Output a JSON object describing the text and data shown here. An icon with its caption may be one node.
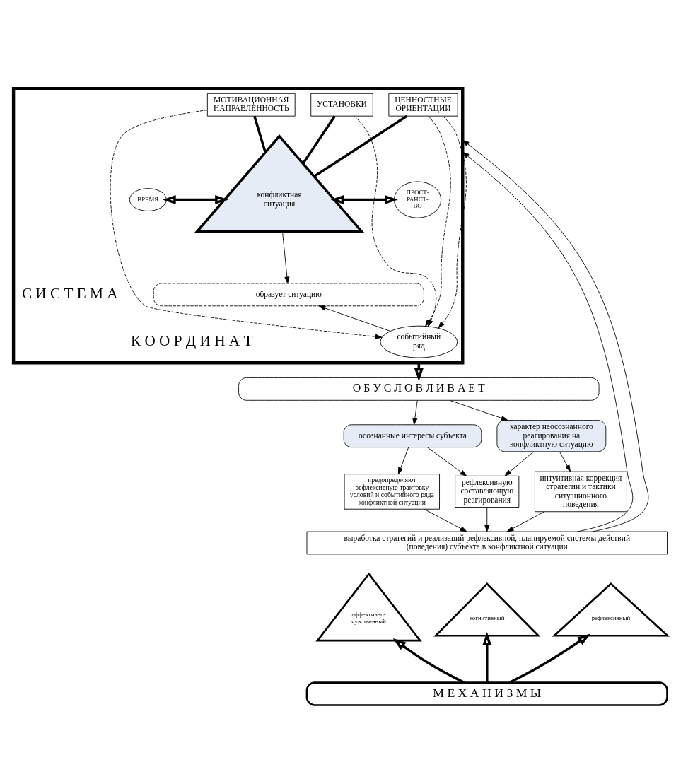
{
  "diagram": {
    "nodes": [
      {
        "text": [],
        "shape": "box"
      },
      {
        "text": [
          "УСТАНОВКИ"
        ],
        "in": 0
      },
      {
        "text": [
          "ЦЕННОСТНЫЕ ОРИЕНТАЦИИ"
        ],
        "in": 0
      },
      {
        "text": [
          "МОТИВАЦИОННАЯ НАПРАВЛЕННОСТЬ"
        ],
        "in": 0
      },
      {
        "text": [
          "ВРЕМЯ"
        ],
        "in": 0
      },
      {
        "text": [
          "конфликтная ситуация"
        ],
        "in": 0
      },
      {
        "text": [
          "ПРОСТ- РАНСТ- ВО"
        ],
        "in": 0
      },
      {
        "text": [
          "образует ситуацию"
        ],
        "in": 0
      },
      {
        "text": [
          "событийный ряд"
        ],
        "in": 0
      },
      {
        "text": [
          "О Б У С Л О В Л И В А Е Т"
        ]
      },
      {
        "text": [
          "характер неосознанного реагирования на конфликтную ситуацию"
        ]
      },
      {
        "text": [
          "осознанные интересы субъекта"
        ]
      },
      {
        "text": [
          "интуитивная коррекция стратегии и тактики ситуационного поведения"
        ]
      },
      {
        "text": [
          "рефлексивную составляющую реагирования"
        ]
      },
      {
        "text": [
          "предопределяют рефлексивную трактовку условий и событийного ряда конфликтной ситуации"
        ]
      },
      {
        "text": [
          "выработка стратегий и реализаций рефлексивной, планируемой системы действий (поведения) субъекта в конфликтной ситуации"
        ]
      },
      {
        "text": [
          "аффективно-чувственный"
        ]
      },
      {
        "text": [
          "когнитивный"
        ]
      },
      {
        "text": [
          "рефлексивный"
        ]
      },
      {
        "text": [
          "М Е Х А Н И З М Ы"
        ]
      }
    ],
    "edges": [
      {
        "from": 1,
        "to": 5,
        "arrow": "none",
        "style": "thick"
      },
      {
        "from": 2,
        "to": 5,
        "arrow": "none",
        "style": "thick"
      },
      {
        "from": 3,
        "to": 5,
        "arrow": "none",
        "style": "thick"
      },
      {
        "from": 4,
        "to": 5,
        "arrow": "both",
        "style": "thick"
      },
      {
        "from": 5,
        "to": 6,
        "arrow": "both",
        "style": "thick"
      },
      {
        "from": 5,
        "to": 7,
        "arrow": "to"
      },
      {
        "from": 8,
        "to": 7,
        "arrow": "to"
      },
      {
        "from": 1,
        "to": 8,
        "arrow": "to",
        "style": "dashed"
      },
      {
        "from": 2,
        "to": 8,
        "arrow": "to",
        "style": "dashed"
      },
      {
        "from": 2,
        "to": 8,
        "arrow": "to",
        "style": "dashed"
      },
      {
        "from": 3,
        "to": 8,
        "arrow": "to",
        "style": "dashed"
      },
      {
        "from": 0,
        "to": 9,
        "arrow": "to",
        "style": "thick"
      },
      {
        "from": 9,
        "to": 10,
        "arrow": "to"
      },
      {
        "from": 9,
        "to": 11,
        "arrow": "to"
      },
      {
        "from": 10,
        "to": 12,
        "arrow": "to"
      },
      {
        "from": 10,
        "to": 13,
        "arrow": "to"
      },
      {
        "from": 11,
        "to": 13,
        "arrow": "to"
      },
      {
        "from": 11,
        "to": 14,
        "arrow": "to"
      },
      {
        "from": 12,
        "to": 15,
        "arrow": "to"
      },
      {
        "from": 13,
        "to": 15,
        "arrow": "to"
      },
      {
        "from": 14,
        "to": 15,
        "arrow": "to"
      },
      {
        "from": 15,
        "to": 0,
        "arrow": "to"
      },
      {
        "from": 15,
        "to": 0,
        "arrow": "to"
      },
      {
        "from": 19,
        "to": 16,
        "arrow": "to",
        "style": "thick"
      },
      {
        "from": 19,
        "to": 17,
        "arrow": "to",
        "style": "thick"
      },
      {
        "from": 19,
        "to": 18,
        "arrow": "to",
        "style": "thick"
      }
    ],
    "labels": [
      "С И С Т Е М А",
      "К О О Р Д И Н А Т"
    ]
  }
}
